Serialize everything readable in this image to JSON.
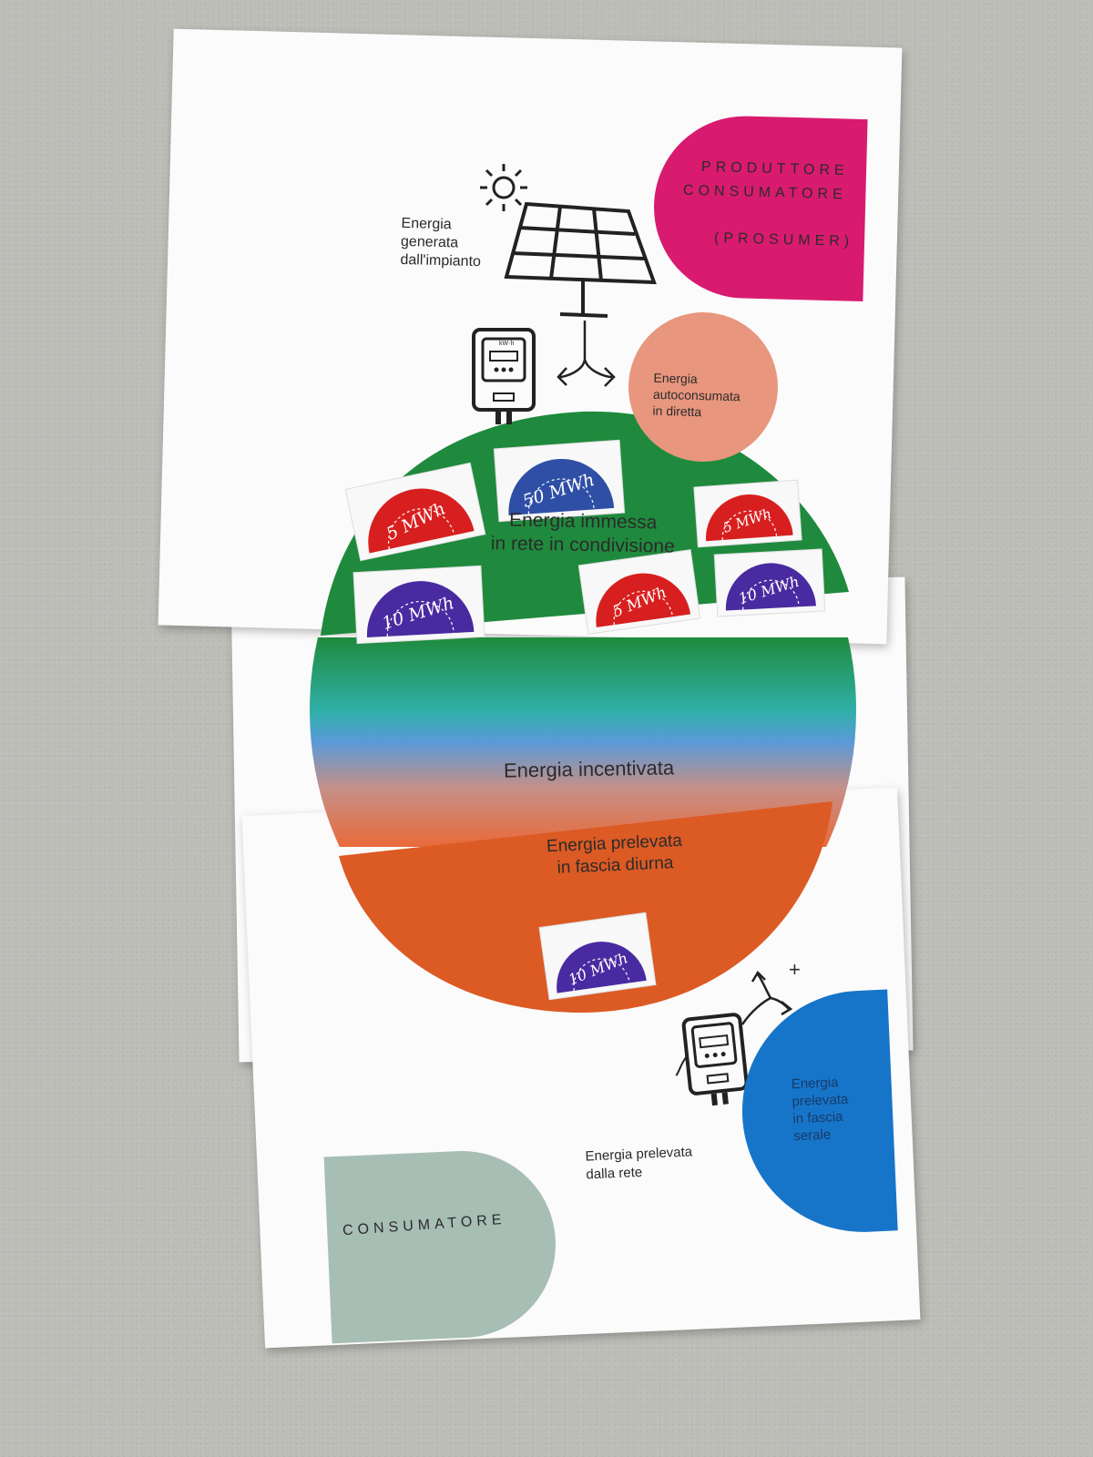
{
  "prosumer": {
    "title_line1": "PRODUTTORE",
    "title_line2": "CONSUMATORE",
    "subtitle": "(PROSUMER)",
    "color": "#d81b6e"
  },
  "generated_label": "Energia\ngenerata\ndall'impianto",
  "self_consumed": {
    "label": "Energia\nautoconsumata\nin diretta",
    "color": "#e8967d"
  },
  "shared_zone": {
    "label": "Energia immessa\nin rete in condivisione",
    "color": "#1f8a3d"
  },
  "incentivized_label": "Energia incentivata",
  "daytime_zone": {
    "label": "Energia prelevata\nin fascia diurna",
    "color": "#dc5a24"
  },
  "evening_zone": {
    "label": "Energia\nprelevata\nin fascia\nserale",
    "color": "#1775c9"
  },
  "grid_draw_label": "Energia prelevata\ndalla rete",
  "consumer": {
    "label": "CONSUMATORE",
    "color": "#a7beb4"
  },
  "meter_display": "kW·h",
  "plus_sign": "+",
  "chips": [
    {
      "value": "5 MWh",
      "color": "red"
    },
    {
      "value": "50 MWh",
      "color": "blue"
    },
    {
      "value": "5 MWh",
      "color": "red"
    },
    {
      "value": "10 MWh",
      "color": "purple"
    },
    {
      "value": "5 MWh",
      "color": "red"
    },
    {
      "value": "10 MWh",
      "color": "purple"
    },
    {
      "value": "10 MWh",
      "color": "purple"
    }
  ],
  "colors": {
    "chip_red": "#d81f1f",
    "chip_blue": "#2f4fa6",
    "chip_purple": "#4a2aa0"
  }
}
